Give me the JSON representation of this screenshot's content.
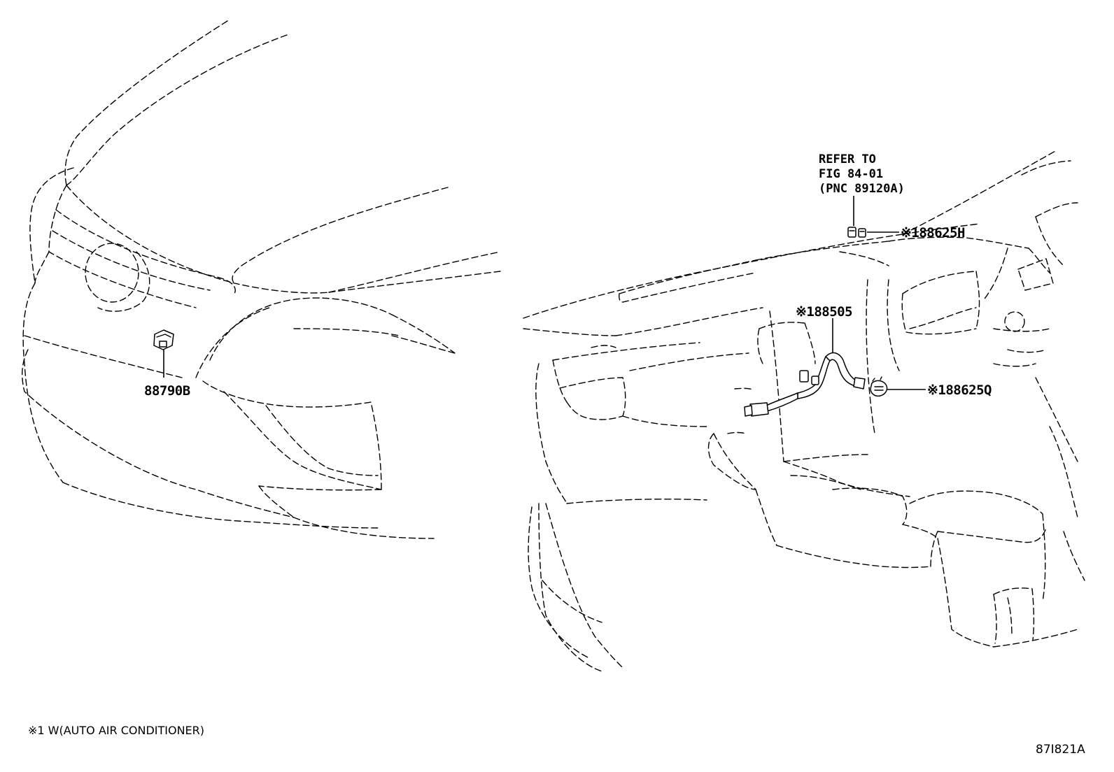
{
  "diagram": {
    "parts": [
      {
        "id": "88790B",
        "label": "88790B"
      },
      {
        "id": "88625H",
        "label": "※188625H"
      },
      {
        "id": "88505",
        "label": "※188505"
      },
      {
        "id": "88625Q",
        "label": "※188625Q"
      }
    ],
    "reference": {
      "line1": "REFER TO",
      "line2": "FIG 84-01",
      "line3": "(PNC 89120A)"
    },
    "footnote": "※1 W(AUTO AIR CONDITIONER)",
    "figure_code": "87I821A"
  }
}
